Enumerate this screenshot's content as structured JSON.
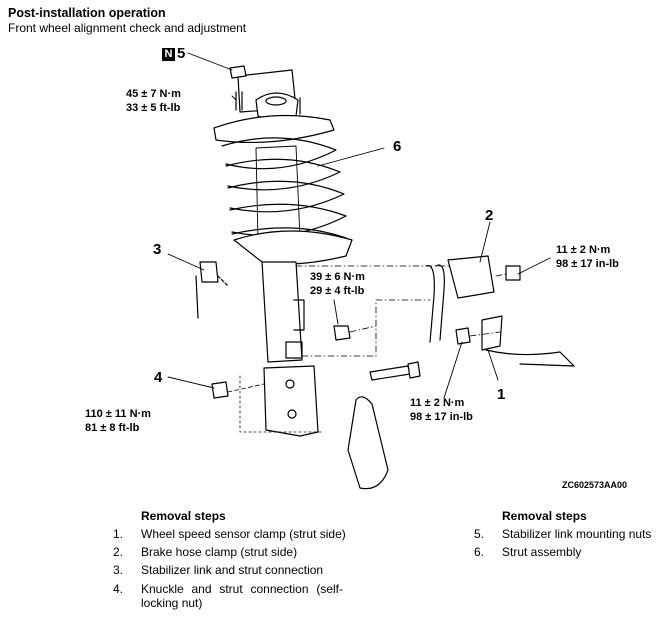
{
  "header": {
    "title": "Post-installation operation",
    "subtitle": "Front wheel alignment check and adjustment"
  },
  "callouts": {
    "c1": "1",
    "c2": "2",
    "c3": "3",
    "c4": "4",
    "c5_badge": "N",
    "c5": "5",
    "c6": "6"
  },
  "torques": {
    "top_nm": "45 ± 7 N·m",
    "top_ftlb": "33 ± 5 ft-lb",
    "link_nm": "39 ± 6 N·m",
    "link_ftlb": "29 ± 4 ft-lb",
    "knuckle_nm": "110 ± 11 N·m",
    "knuckle_ftlb": "81 ± 8 ft-lb",
    "clamp_upper_nm": "11 ± 2 N·m",
    "clamp_upper_inlb": "98 ± 17 in-lb",
    "clamp_lower_nm": "11 ± 2 N·m",
    "clamp_lower_inlb": "98 ± 17 in-lb"
  },
  "figure_code": "ZC602573AA00",
  "removal_steps_left": {
    "title": "Removal steps",
    "items": [
      {
        "num": "1.",
        "text": "Wheel speed sensor clamp (strut side)"
      },
      {
        "num": "2.",
        "text": "Brake hose clamp (strut side)"
      },
      {
        "num": "3.",
        "text": "Stabilizer link and strut connection"
      },
      {
        "num": "4.",
        "text": "Knuckle and strut connection (self-locking nut)"
      }
    ]
  },
  "removal_steps_right": {
    "title": "Removal steps",
    "items": [
      {
        "num": "5.",
        "text": "Stabilizer link mounting nuts"
      },
      {
        "num": "6.",
        "text": "Strut assembly"
      }
    ]
  }
}
